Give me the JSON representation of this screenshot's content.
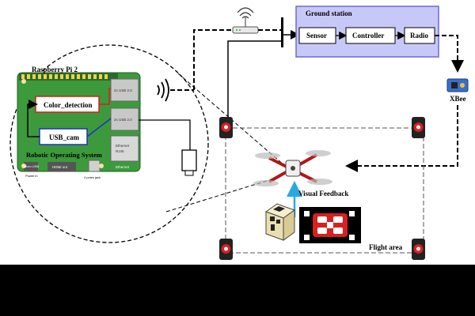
{
  "labels": {
    "raspberry_pi": "Raspberry Pi 2",
    "color_detection": "Color_detection",
    "usb_cam": "USB_cam",
    "ros": "Robotic Operating System",
    "ground_station": "Ground station",
    "sensor": "Sensor",
    "controller": "Controller",
    "radio": "Radio",
    "xbee": "XBee",
    "visual_feedback": "Visual Feedback",
    "flight_area": "Flight area"
  },
  "board_labels": {
    "usb_top": "2x USB 2.0",
    "usb_bottom": "2x USB 2.0",
    "ethernet_line1": "Ethernet",
    "ethernet_line2": "RJ45",
    "ethernet_bottom": "Ethernet",
    "micro_usb": "Micro USB",
    "power_in": "Power in",
    "hdmi": "HDMI out",
    "poles_jack": "4 poles jack"
  },
  "colors": {
    "ground_station_bg": "#c8c8f8",
    "ground_station_border": "#6a6ad8",
    "pi_green": "#3c9a3c",
    "color_detection_border": "#d32020",
    "usb_cam_border": "#2030c0",
    "feedback_arrow": "#2aa9e0",
    "camera_red": "#d82020"
  }
}
